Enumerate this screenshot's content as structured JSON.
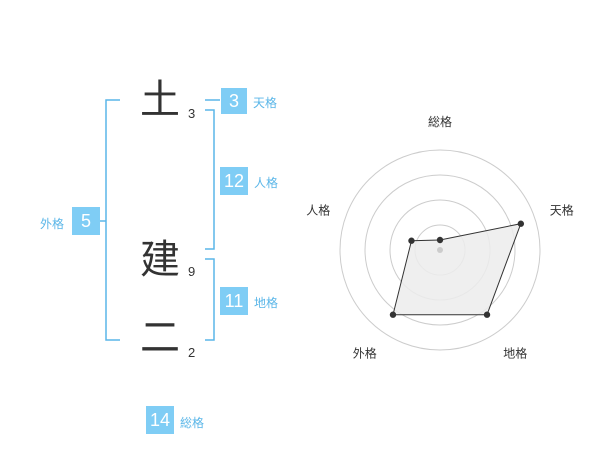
{
  "name": {
    "characters": [
      {
        "char": "土",
        "strokes": "3"
      },
      {
        "char": "建",
        "strokes": "9"
      },
      {
        "char": "二",
        "strokes": "2"
      }
    ]
  },
  "kaku": {
    "tenkaku": {
      "value": "3",
      "label": "天格"
    },
    "jinkaku": {
      "value": "12",
      "label": "人格"
    },
    "chikaku": {
      "value": "11",
      "label": "地格"
    },
    "gaikaku": {
      "value": "5",
      "label": "外格"
    },
    "soukaku": {
      "value": "14",
      "label": "総格"
    }
  },
  "colors": {
    "accent": "#7fcdf5",
    "bracket": "#5ab6e8",
    "text": "#333333"
  },
  "chart_data": {
    "type": "radar",
    "axes": [
      "総格",
      "天格",
      "地格",
      "外格",
      "人格"
    ],
    "values": [
      0.1,
      0.85,
      0.8,
      0.8,
      0.3
    ],
    "rings": 4,
    "range": [
      0,
      1
    ],
    "grid": true
  }
}
